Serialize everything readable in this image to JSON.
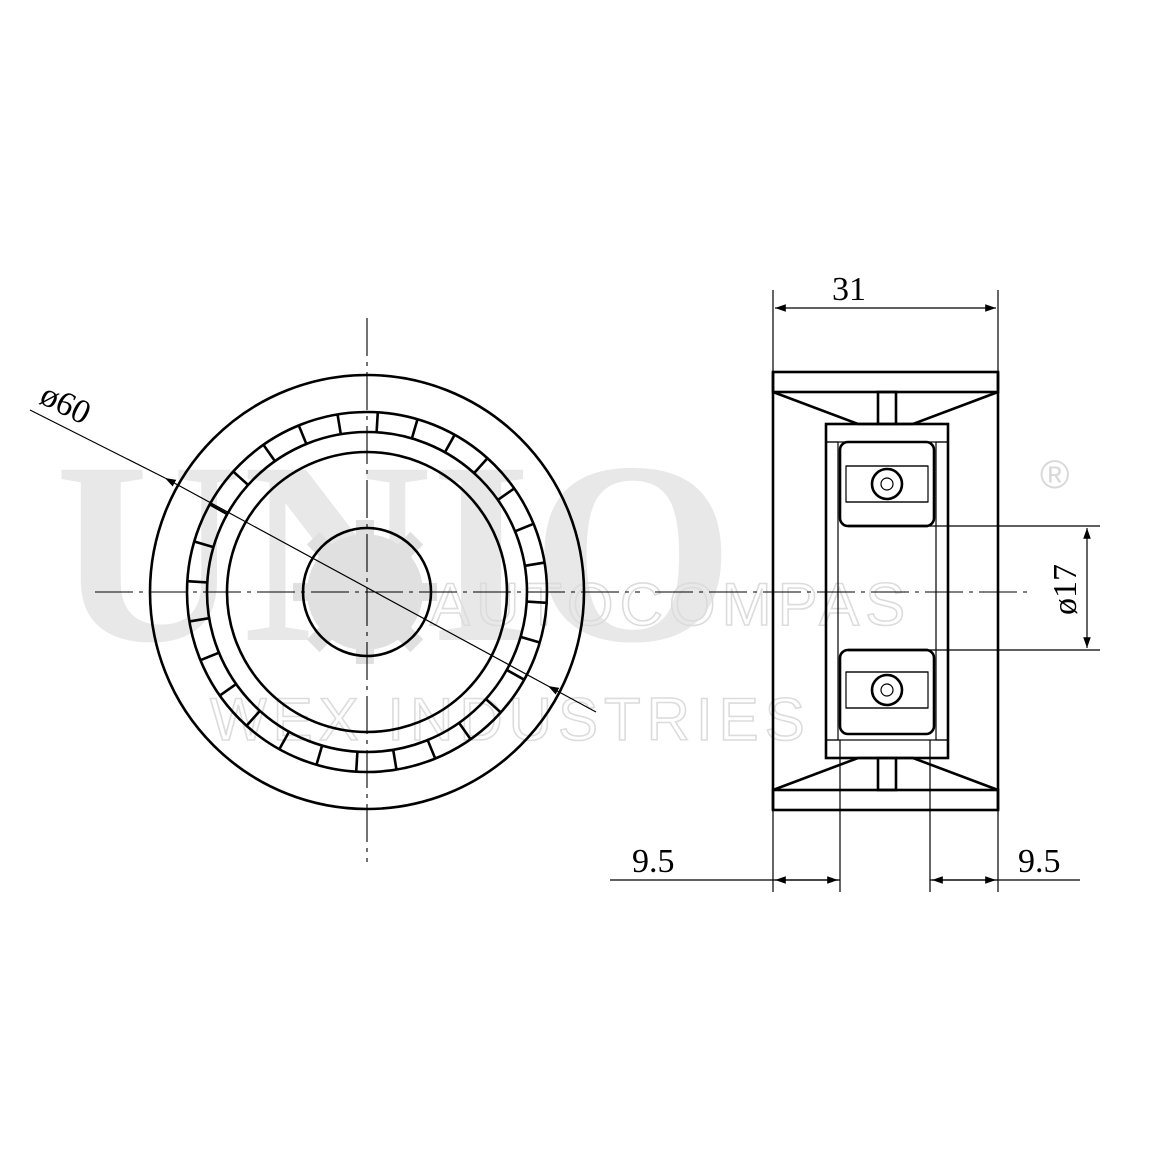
{
  "watermark": {
    "brand": "UNIO",
    "registered": "®",
    "line1": "AUTOCOMPAS",
    "line2": "WEX INDUSTRIES",
    "color": "#e8e8e8"
  },
  "dimensions": {
    "outer_diameter": "ø60",
    "bore_diameter": "ø17",
    "width": "31",
    "flange_left": "9.5",
    "flange_right": "9.5"
  },
  "colors": {
    "line": "#000000",
    "background": "#ffffff"
  }
}
